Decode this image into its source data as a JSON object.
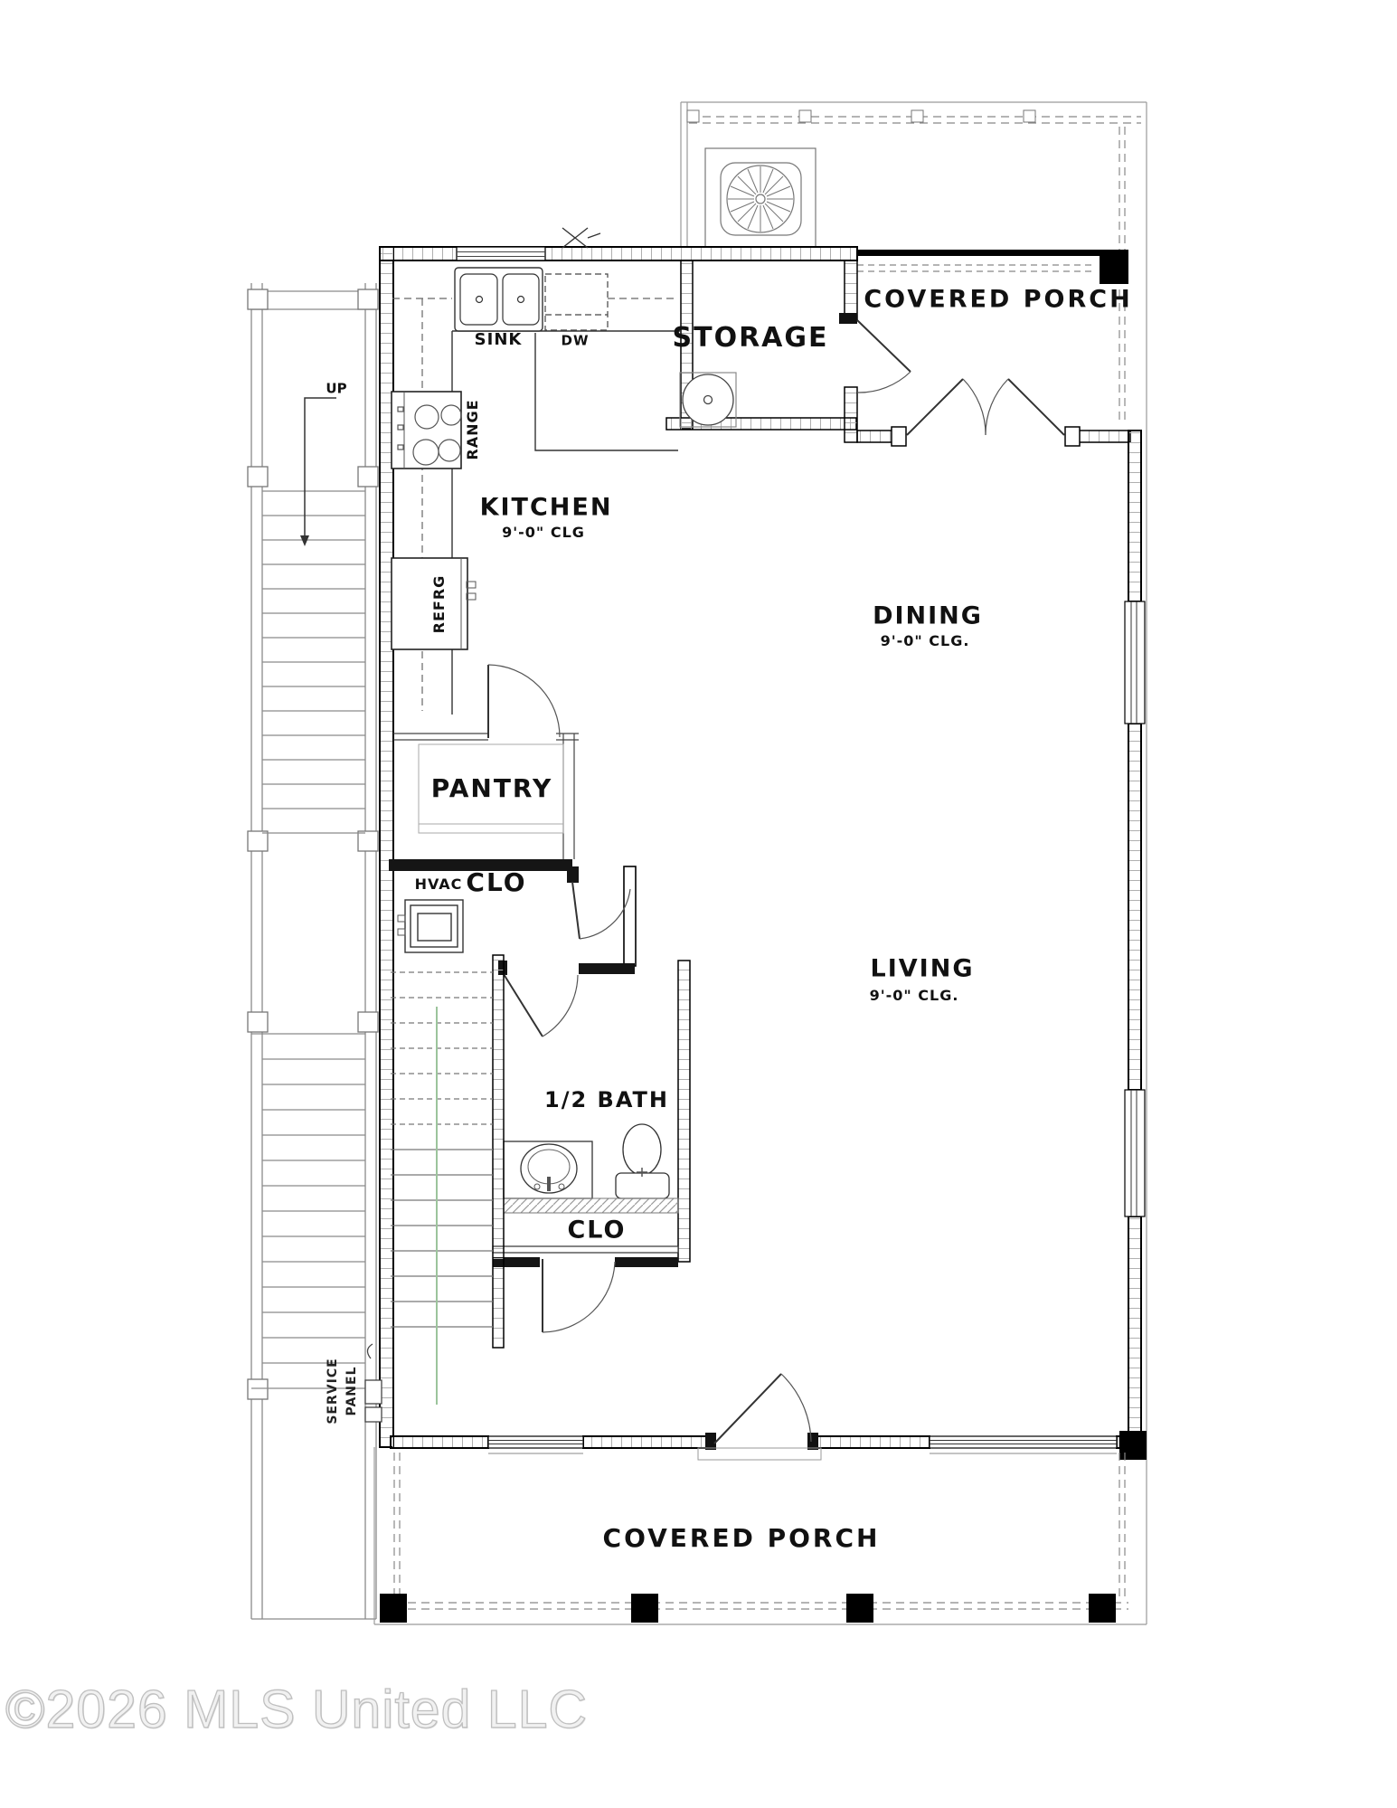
{
  "labels": {
    "kitchen": "KITCHEN",
    "kitchen_clg": "9'-0\" CLG",
    "dining": "DINING",
    "dining_clg": "9'-0\" CLG.",
    "living": "LIVING",
    "living_clg": "9'-0\" CLG.",
    "storage": "STORAGE",
    "pantry": "PANTRY",
    "half_bath": "1/2 BATH",
    "clo": "CLO",
    "hvac": "HVAC",
    "hvac_clo": "CLO",
    "covered_porch_top": "COVERED PORCH",
    "covered_porch_bottom": "COVERED PORCH",
    "sink": "SINK",
    "dw": "DW",
    "range": "RANGE",
    "refrg": "REFRG",
    "up": "UP",
    "service_panel_line1": "SERVICE",
    "service_panel_line2": "PANEL"
  },
  "watermark": "©2026 MLS United LLC",
  "colors": {
    "wall_line": "#000000",
    "thin_line": "#888888",
    "annotation_green": "#9cc49c",
    "watermark_gray": "#bfbfbf"
  }
}
